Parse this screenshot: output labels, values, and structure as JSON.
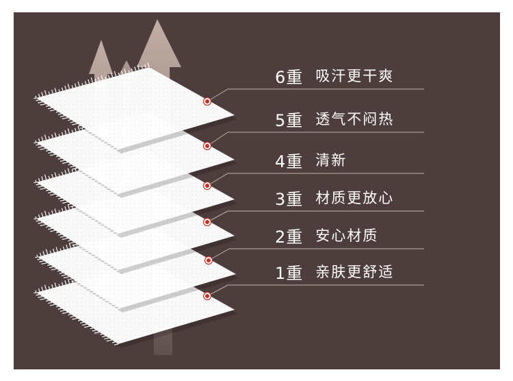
{
  "layers": [
    {
      "level": "6重",
      "text": "吸汗更干爽"
    },
    {
      "level": "5重",
      "text": "透气不闷热"
    },
    {
      "level": "4重",
      "text": "清新"
    },
    {
      "level": "3重",
      "text": "材质更放心"
    },
    {
      "level": "2重",
      "text": "安心材质"
    },
    {
      "level": "1重",
      "text": "亲肤更舒适"
    }
  ],
  "colors": {
    "background": "#4d3d3c",
    "sheet": "#ffffff",
    "marker": "#c0332b",
    "arrow": "#d7c2b8",
    "rule": "#bfb3b1"
  },
  "icons": [
    "upward-arrow-icon",
    "marker-dot-icon",
    "fabric-sheet"
  ]
}
